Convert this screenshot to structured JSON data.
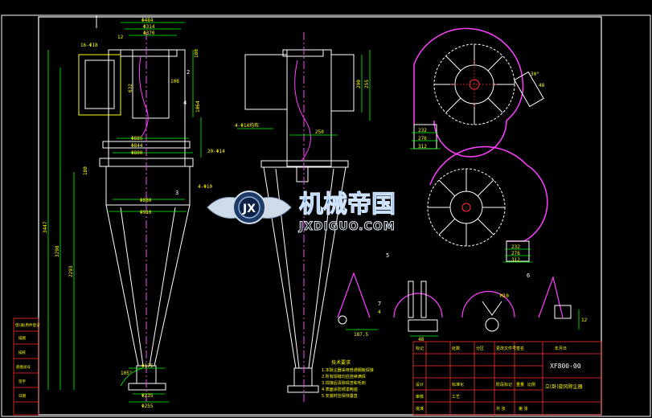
{
  "drawing": {
    "number": "XF800-00",
    "watermark_cn": "机械帝国",
    "watermark_en": "JXDIGUO.COM",
    "dims_top": [
      "Φ484",
      "Φ314",
      "Φ370"
    ],
    "dims_inlet": [
      "16-Φ18",
      "12",
      "632",
      "180",
      "108"
    ],
    "dims_height": [
      "3447",
      "3298",
      "2293",
      "1064",
      "180"
    ],
    "dims_mid": [
      "Φ885",
      "Φ844",
      "Φ800",
      "20-Φ14",
      "Φ880",
      "Φ910",
      "4-Φ10"
    ],
    "dims_bottom": [
      "Φ175",
      "Φ235",
      "Φ255",
      "105°"
    ],
    "dims_side": [
      "4-Φ14均布",
      "250",
      "290",
      "255"
    ],
    "dims_fan1": [
      "232",
      "276",
      "312",
      "30°",
      "48"
    ],
    "dims_fan2": [
      "232",
      "276",
      "312",
      "M10"
    ],
    "dims_details": [
      "187.5",
      "48",
      "12",
      "4"
    ],
    "section_labels": [
      "2",
      "3",
      "4",
      "5",
      "6",
      "7"
    ],
    "notes_title": "技术要求",
    "notes": [
      "1.本除尘器采用普通钢板焊接",
      "2.所有焊缝均应连续满焊",
      "3.焊接后清除焊渣和毛刺",
      "4.表面涂防锈漆两遍",
      "5.安装时应保持垂直"
    ],
    "title_block": {
      "name": "立(卧)旋风除尘器",
      "rows": [
        "标记",
        "处数",
        "分区",
        "更改文件号",
        "签名",
        "年月日"
      ],
      "cells": [
        "设计",
        "标准化",
        "审核",
        "工艺",
        "批准",
        "阶段标记",
        "重量",
        "比例",
        "共 张",
        "第 张"
      ]
    },
    "side_table": [
      "借(通)用件登记",
      "描图",
      "描校",
      "底图总号",
      "签字",
      "日期"
    ]
  },
  "colors": {
    "frame": "#ffffff",
    "line": "#ffffff",
    "dim": "#00ff00",
    "text": "#ffff00",
    "accent": "#ff3030",
    "magenta": "#ff40ff",
    "cyan": "#00e0ff",
    "wm_blue": "#1b6fd6"
  }
}
